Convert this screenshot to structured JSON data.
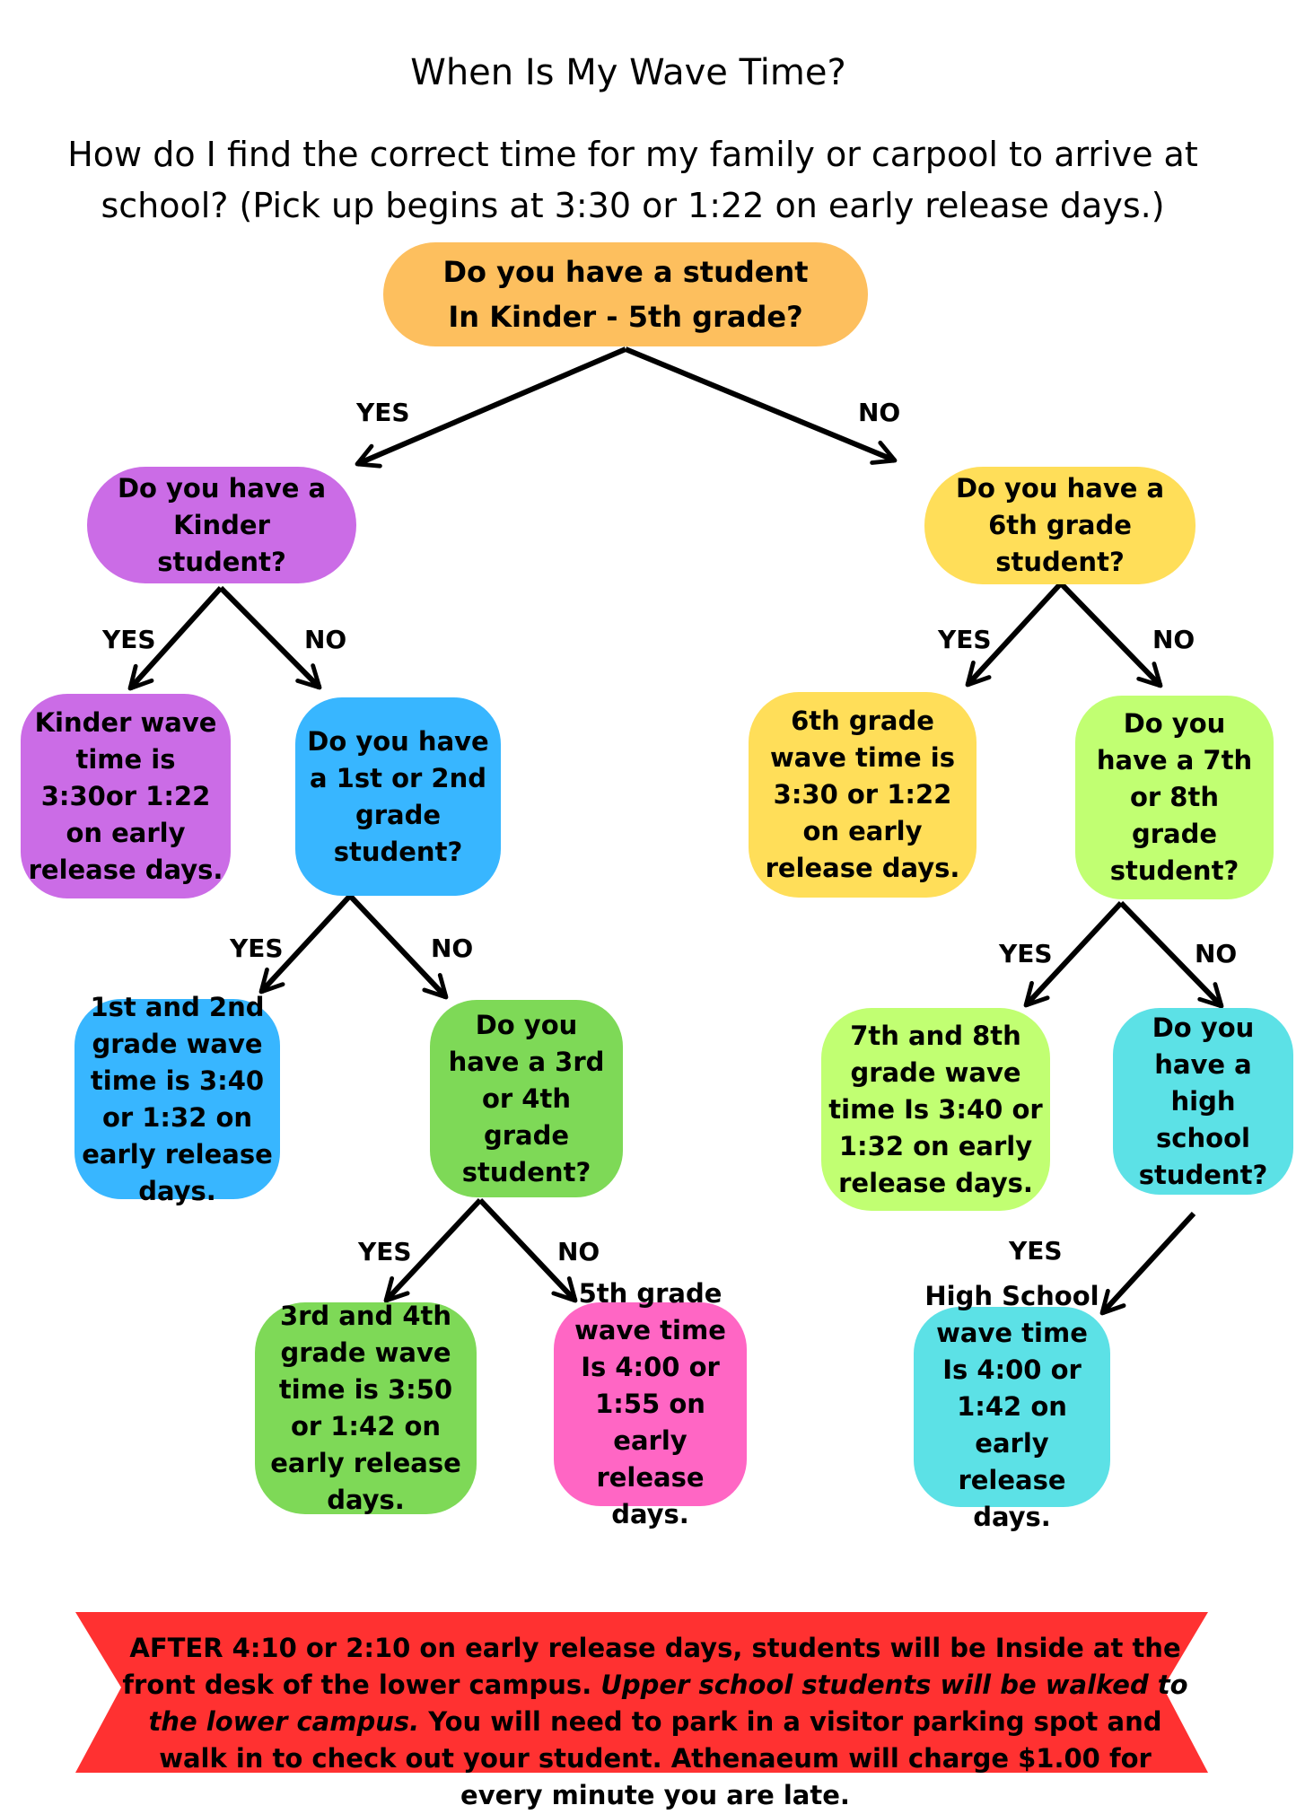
{
  "header": {
    "title": "When Is My Wave Time?",
    "subtitle": "How do I find the correct time for my family or carpool to arrive at school? (Pick up begins at 3:30 or 1:22 on early release  days.)"
  },
  "colors": {
    "orange": "#fdbf5e",
    "purple": "#cb6ce6",
    "blue": "#38b6ff",
    "green": "#7ed957",
    "pink": "#ff66c4",
    "yellow": "#ffde59",
    "lime": "#c1ff72",
    "cyan": "#5ce1e6",
    "red": "#ff3131"
  },
  "nodes": {
    "start": "Do you have a student In Kinder - 5th grade?",
    "kinder_q": "Do you have a Kinder student?",
    "kinder_wave": "Kinder wave time is 3:30or 1:22 on early release days.",
    "g12_q": "Do you have a 1st or 2nd grade student?",
    "g12_wave": "1st and 2nd grade wave time is 3:40 or 1:32 on early release days.",
    "g34_q": "Do you have a 3rd or 4th grade student?",
    "g34_wave": "3rd and 4th grade wave time is 3:50 or 1:42 on early release days.",
    "g5_wave": "5th grade wave time Is 4:00 or 1:55 on early release days.",
    "g6_q": "Do you have a 6th grade student?",
    "g6_wave": "6th grade wave time is 3:30 or 1:22 on early release days.",
    "g78_q": "Do you have a 7th or 8th grade student?",
    "g78_wave": "7th and 8th grade wave time Is 3:40 or 1:32 on early release days.",
    "hs_q": "Do you have a high school student?",
    "hs_wave": "High School wave time Is 4:00 or 1:42 on early release days."
  },
  "edge_labels": {
    "yes": "YES",
    "no": "NO"
  },
  "banner": {
    "text_1": "AFTER 4:10 or 2:10 on early release days, students will be Inside at the front desk of the lower campus. ",
    "text_italic": "Upper school students will be walked to the lower campus.",
    "text_2": " You will need to park in a visitor parking spot and walk in to check out your student. Athenaeum will charge $1.00 for every minute you are late."
  }
}
